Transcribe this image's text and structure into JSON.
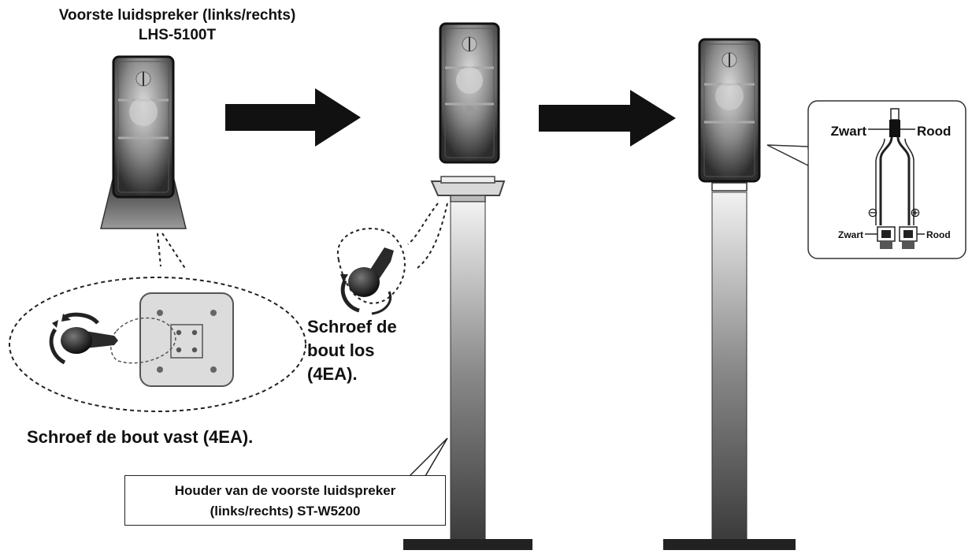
{
  "front_speaker": {
    "title": "Voorste luidspreker (links/rechts)",
    "model": "LHS-5100T"
  },
  "steps": {
    "loosen_line1": "Schroef de",
    "loosen_line2": "bout los",
    "loosen_line3": "(4EA).",
    "tighten": "Schroef de bout vast (4EA)."
  },
  "stand_callout": {
    "line1": "Houder van de voorste luidspreker",
    "line2": "(links/rechts) ST-W5200"
  },
  "wiring": {
    "black_top": "Zwart",
    "red_top": "Rood",
    "minus_symbol": "⊖",
    "plus_symbol": "⊕",
    "black_bottom": "Zwart",
    "red_bottom": "Rood"
  }
}
